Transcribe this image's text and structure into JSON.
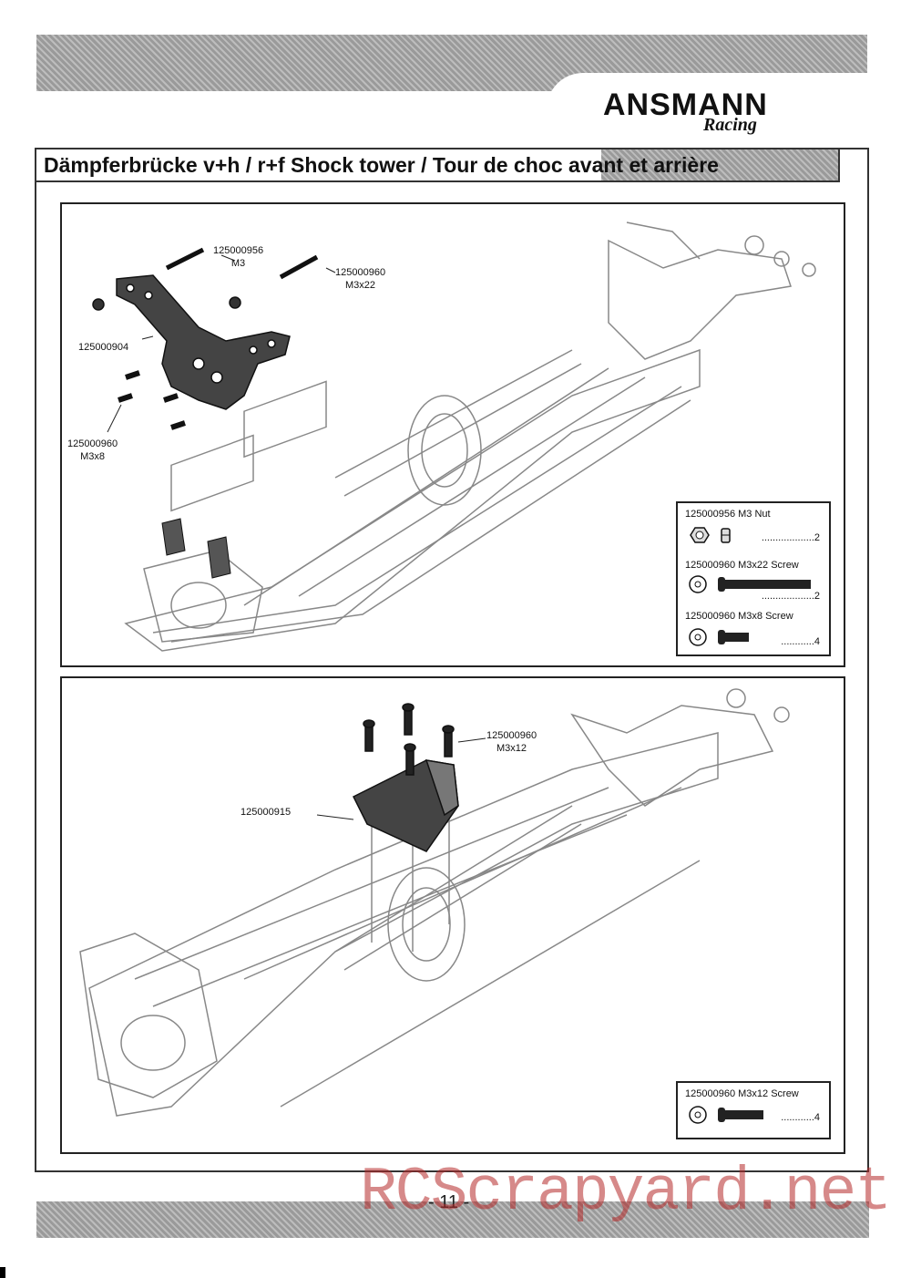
{
  "brand": {
    "name": "ANSMANN",
    "sub": "Racing"
  },
  "title": "Dämpferbrücke v+h / r+f Shock tower / Tour de choc avant et arrière",
  "panel1": {
    "callouts": {
      "nut_part": "125000956",
      "nut_size": "M3",
      "long_screw_part": "125000960",
      "long_screw_size": "M3x22",
      "tower_part": "125000904",
      "short_screw_part": "125000960",
      "short_screw_size": "M3x8"
    },
    "parts": [
      {
        "label": "125000956  M3 Nut",
        "qty": "...................2"
      },
      {
        "label": "125000960  M3x22 Screw",
        "qty": "...................2"
      },
      {
        "label": "125000960  M3x8 Screw",
        "qty": "............4"
      }
    ]
  },
  "panel2": {
    "callouts": {
      "screw_part": "125000960",
      "screw_size": "M3x12",
      "cover_part": "125000915"
    },
    "parts": [
      {
        "label": "125000960  M3x12 Screw",
        "qty": "............4"
      }
    ]
  },
  "page_number": "- 11 -",
  "watermark": "RCScrapyard.net"
}
